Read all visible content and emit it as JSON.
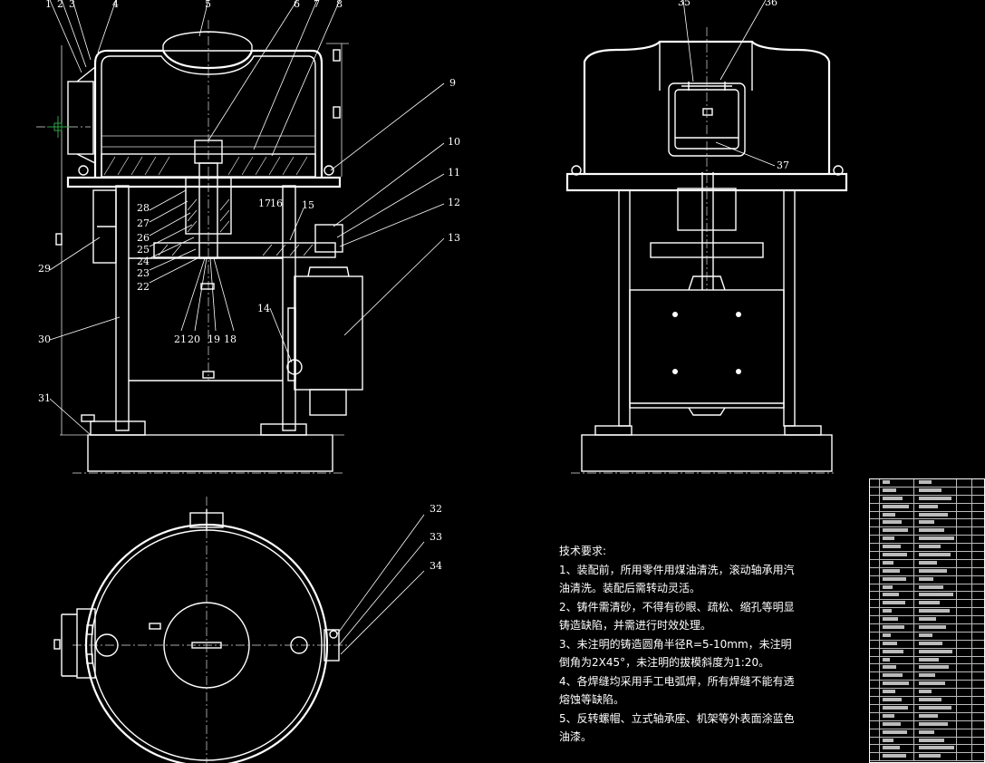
{
  "front_view_callouts": [
    "1",
    "2",
    "3",
    "4",
    "5",
    "6",
    "7",
    "8",
    "9",
    "10",
    "11",
    "12",
    "13",
    "14",
    "15",
    "16",
    "17",
    "18",
    "19",
    "20",
    "21",
    "22",
    "23",
    "24",
    "25",
    "26",
    "27",
    "28",
    "29",
    "30",
    "31"
  ],
  "side_view_callouts": [
    "35",
    "36",
    "37"
  ],
  "top_view_callouts": [
    "32",
    "33",
    "34"
  ],
  "notes": {
    "title": "技术要求:",
    "items": [
      "1、装配前，所用零件用煤油清洗，滚动轴承用汽油清洗。装配后需转动灵活。",
      "2、铸件需清砂，不得有砂眼、疏松、缩孔等明显铸造缺陷，并需进行时效处理。",
      "3、未注明的铸造圆角半径R=5-10mm，未注明倒角为2X45°，未注明的拔模斜度为1:20。",
      "4、各焊缝均采用手工电弧焊，所有焊缝不能有透熔蚀等缺陷。",
      "5、反转螺帽、立式轴承座、机架等外表面涂蓝色油漆。"
    ]
  },
  "colors": {
    "background": "#000000",
    "lines": "#ffffff",
    "cursor": "#2fa24a"
  }
}
